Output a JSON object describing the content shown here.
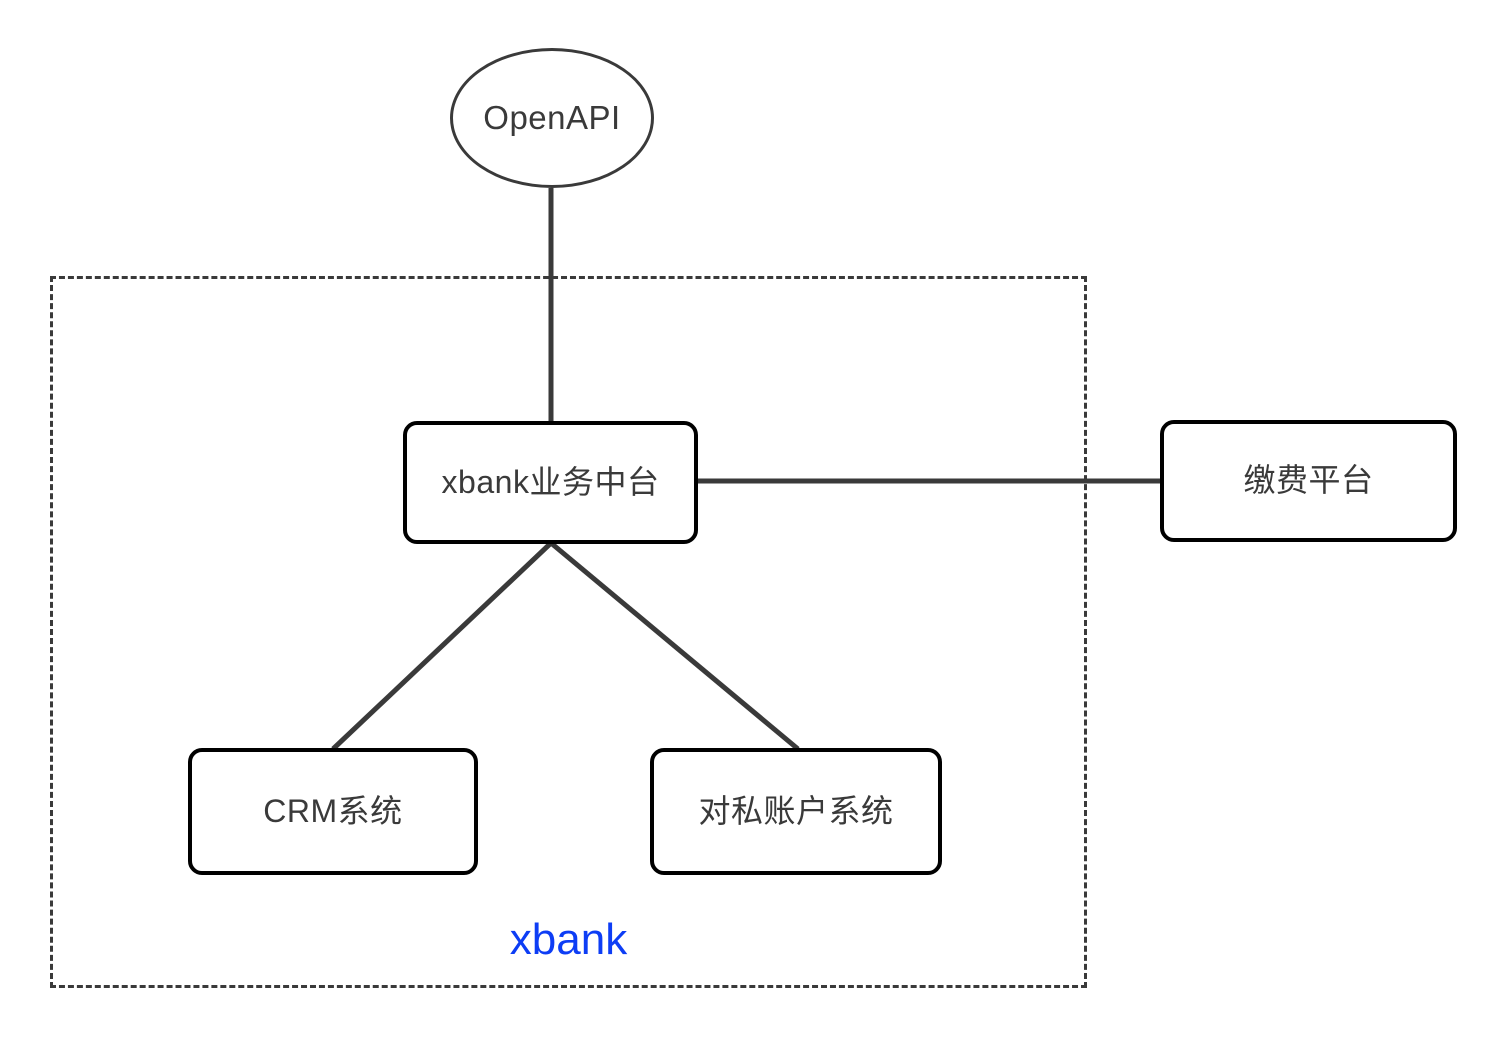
{
  "diagram": {
    "title_text_visible": false,
    "colors": {
      "stroke": "#3a3a3a",
      "node_border": "#000000",
      "boundary_stroke": "#3a3a3a",
      "boundary_label": "#0d3df5",
      "background": "#ffffff"
    },
    "boundary": {
      "label": "xbank",
      "style": "dashed"
    },
    "nodes": [
      {
        "id": "openapi",
        "label": "OpenAPI",
        "shape": "ellipse"
      },
      {
        "id": "midend",
        "label": "xbank业务中台",
        "shape": "rounded-rect"
      },
      {
        "id": "payment",
        "label": "缴费平台",
        "shape": "rounded-rect"
      },
      {
        "id": "crm",
        "label": "CRM系统",
        "shape": "rounded-rect"
      },
      {
        "id": "account",
        "label": "对私账户系统",
        "shape": "rounded-rect"
      }
    ],
    "edges": [
      {
        "from": "openapi",
        "to": "midend",
        "style": "straight"
      },
      {
        "from": "midend",
        "to": "payment",
        "style": "straight"
      },
      {
        "from": "midend",
        "to": "crm",
        "style": "straight"
      },
      {
        "from": "midend",
        "to": "account",
        "style": "straight"
      }
    ]
  }
}
